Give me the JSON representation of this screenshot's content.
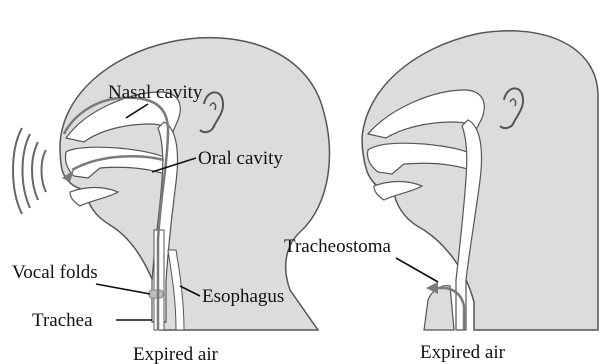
{
  "figure": {
    "left_panel": {
      "labels": {
        "nasal_cavity": "Nasal cavity",
        "oral_cavity": "Oral cavity",
        "vocal_folds": "Vocal folds",
        "esophagus": "Esophagus",
        "trachea": "Trachea",
        "expired_air": "Expired air"
      }
    },
    "right_panel": {
      "labels": {
        "tracheostoma": "Tracheostoma",
        "expired_air": "Expired air"
      }
    },
    "colors": {
      "head_fill": "#dcdcdc",
      "head_outline": "#555555",
      "cavity_fill": "#ffffff",
      "airflow": "#7a7a7a",
      "label": "#111111"
    }
  }
}
